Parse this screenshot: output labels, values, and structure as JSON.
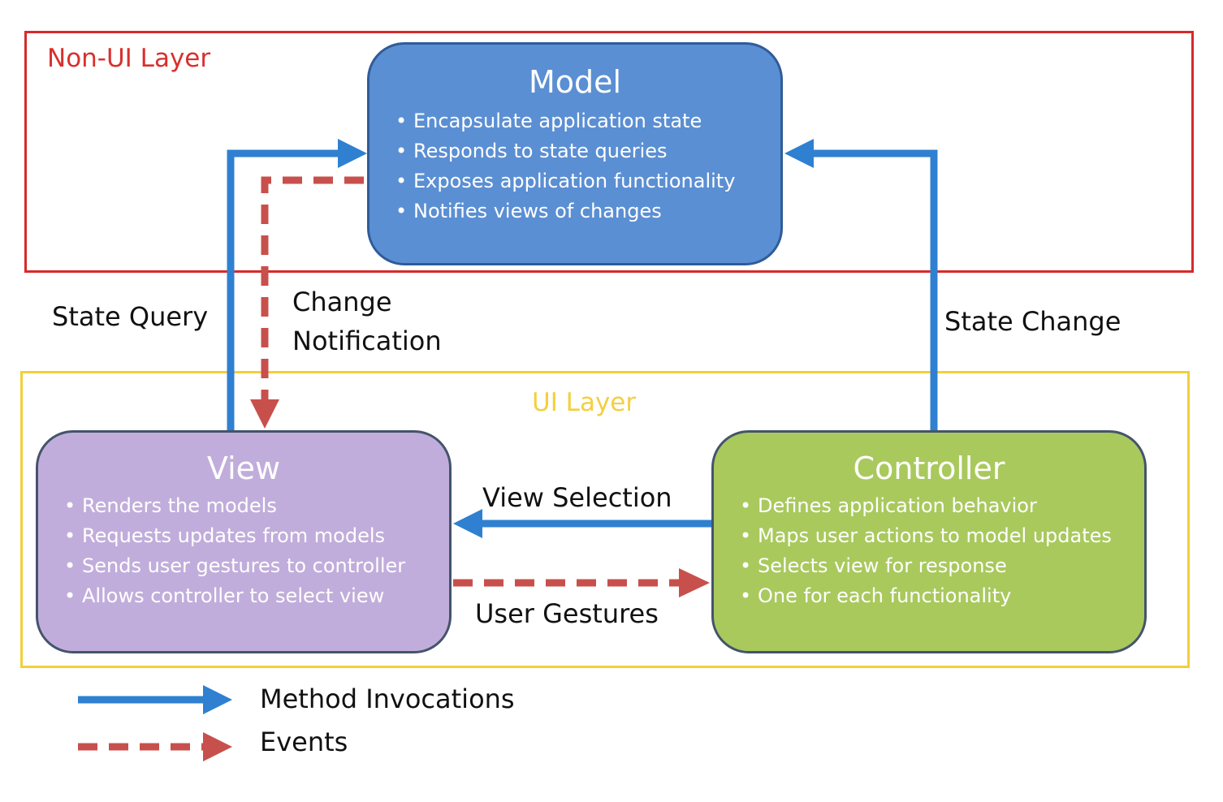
{
  "layers": {
    "non_ui": "Non-UI Layer",
    "ui": "UI Layer"
  },
  "model": {
    "title": "Model",
    "items": [
      "Encapsulate application state",
      "Responds to state queries",
      "Exposes application functionality",
      "Notifies views of changes"
    ]
  },
  "view": {
    "title": "View",
    "items": [
      "Renders the models",
      "Requests updates from models",
      "Sends user gestures to controller",
      "Allows controller to select view"
    ]
  },
  "controller": {
    "title": "Controller",
    "items": [
      "Defines application behavior",
      "Maps user actions to model updates",
      "Selects view for response",
      "One for each functionality"
    ]
  },
  "connections": {
    "state_query": "State Query",
    "change_notification_line1": "Change",
    "change_notification_line2": "Notification",
    "state_change": "State Change",
    "view_selection": "View Selection",
    "user_gestures": "User Gestures"
  },
  "legend": {
    "method_invocations": "Method Invocations",
    "events": "Events"
  },
  "colors": {
    "method_arrow": "#2f80d0",
    "event_arrow": "#c8504c",
    "non_ui_border": "#d62a2a",
    "ui_border": "#f3cf3a",
    "model_fill": "#5b8fd3",
    "view_fill": "#c1addb",
    "controller_fill": "#a9c95d"
  }
}
